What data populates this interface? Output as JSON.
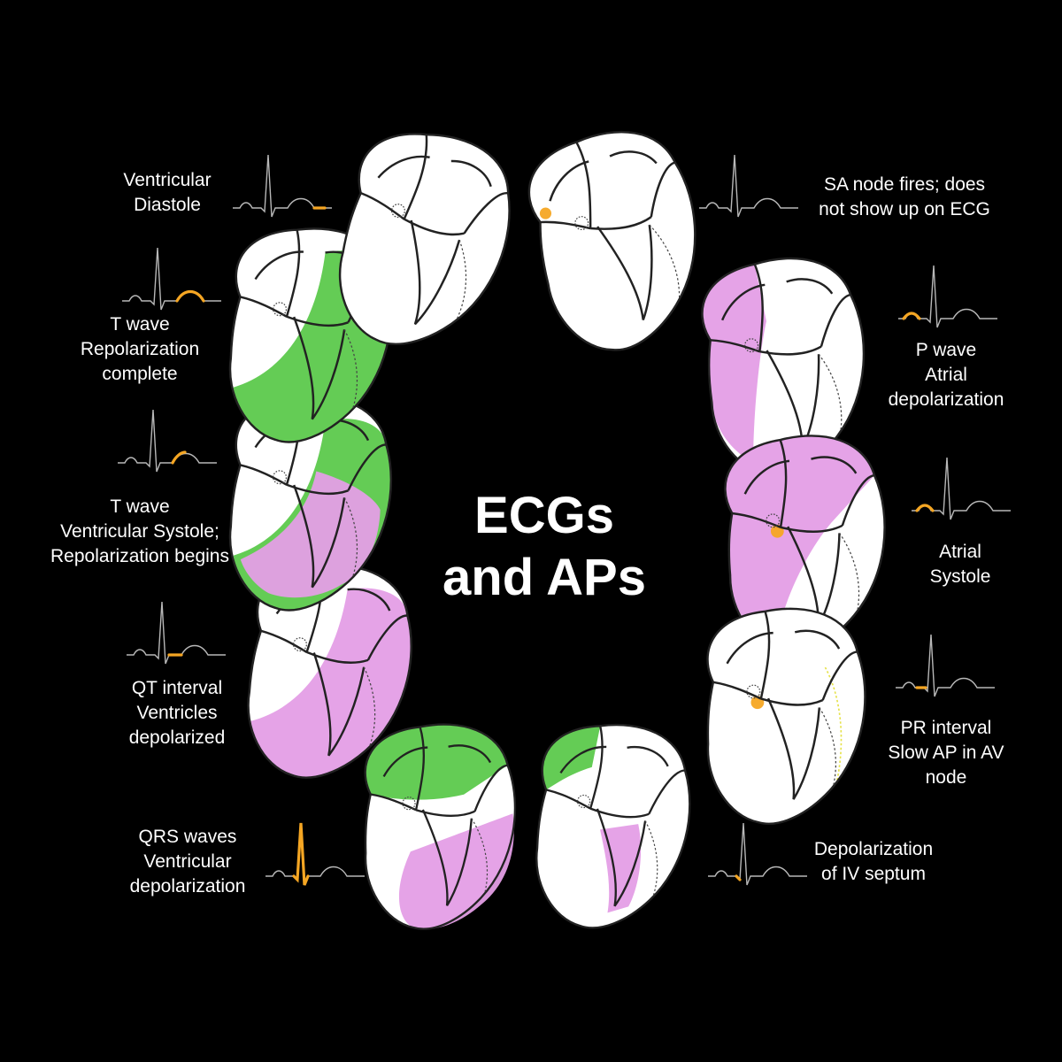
{
  "title": {
    "line1": "ECGs",
    "line2": "and APs"
  },
  "colors": {
    "background": "#000000",
    "highlight": "#f5a623",
    "depolarized": "#e49ee6",
    "repolarized": "#5cc94c",
    "outline": "#222222",
    "trace": "#b8b8b8"
  },
  "stages": [
    {
      "id": "sa-node",
      "lines": [
        "SA node fires; does",
        "not show up on ECG"
      ],
      "ecg_segment": "none",
      "fill": "sa"
    },
    {
      "id": "p-wave",
      "lines": [
        "P wave",
        "Atrial",
        "depolarization"
      ],
      "ecg_segment": "p",
      "fill": "atria-partial"
    },
    {
      "id": "atrial-systole",
      "lines": [
        "Atrial",
        "Systole"
      ],
      "ecg_segment": "p",
      "fill": "atria"
    },
    {
      "id": "pr-interval",
      "lines": [
        "PR interval",
        "Slow AP in AV",
        "node"
      ],
      "ecg_segment": "pr",
      "fill": "av"
    },
    {
      "id": "septum",
      "lines": [
        "Depolarization",
        "of IV septum"
      ],
      "ecg_segment": "q",
      "fill": "septum"
    },
    {
      "id": "qrs",
      "lines": [
        "QRS waves",
        "Ventricular",
        "depolarization"
      ],
      "ecg_segment": "qrs",
      "fill": "qrs"
    },
    {
      "id": "qt",
      "lines": [
        "QT interval",
        "Ventricles",
        "depolarized"
      ],
      "ecg_segment": "st",
      "fill": "ventricles"
    },
    {
      "id": "t-wave-begin",
      "lines": [
        "T wave",
        "Ventricular Systole;",
        "Repolarization begins"
      ],
      "ecg_segment": "t-start",
      "fill": "repol-begin"
    },
    {
      "id": "t-wave-complete",
      "lines": [
        "T wave",
        "Repolarization",
        "complete"
      ],
      "ecg_segment": "t",
      "fill": "repol-complete"
    },
    {
      "id": "diastole",
      "lines": [
        "Ventricular",
        "Diastole"
      ],
      "ecg_segment": "post-t",
      "fill": "none"
    }
  ]
}
